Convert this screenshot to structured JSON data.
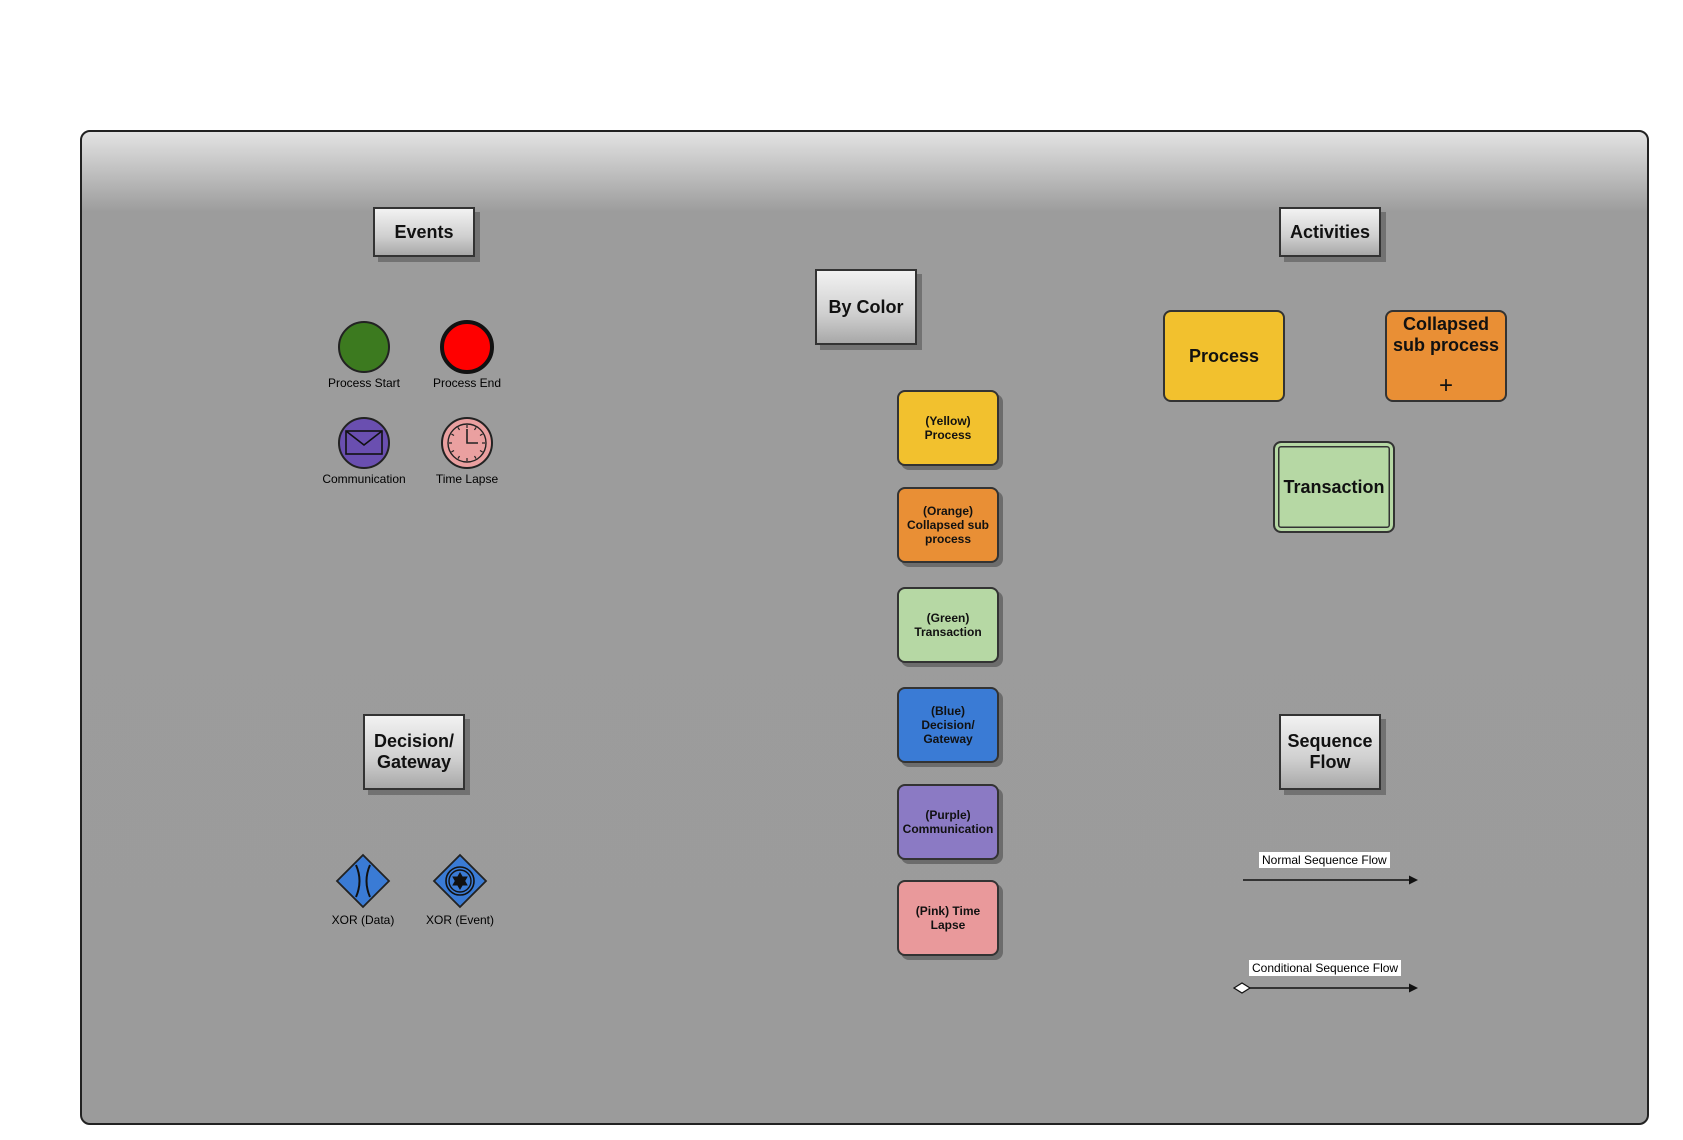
{
  "headers": {
    "events": "Events",
    "by_color": "By Color",
    "activities": "Activities",
    "gateway": "Decision/ Gateway",
    "sequence_flow": "Sequence Flow"
  },
  "events": {
    "process_start": "Process Start",
    "process_end": "Process End",
    "communication": "Communication",
    "time_lapse": "Time Lapse"
  },
  "gateways": {
    "xor_data": "XOR (Data)",
    "xor_event": "XOR (Event)"
  },
  "color_legend": [
    {
      "label": "(Yellow) Process",
      "color": "#f2c12e"
    },
    {
      "label": "(Orange) Collapsed sub process",
      "color": "#e98f35"
    },
    {
      "label": "(Green) Transaction",
      "color": "#b6d8a4"
    },
    {
      "label": "(Blue) Decision/ Gateway",
      "color": "#3a7bd5"
    },
    {
      "label": "(Purple) Communication",
      "color": "#8b7ac4"
    },
    {
      "label": "(Pink) Time Lapse",
      "color": "#e9999b"
    }
  ],
  "activities": {
    "process": "Process",
    "collapsed_sub_process": "Collapsed sub process",
    "collapsed_marker": "+",
    "transaction": "Transaction"
  },
  "flows": {
    "normal": "Normal Sequence Flow",
    "conditional": "Conditional Sequence Flow"
  },
  "colors": {
    "start_event": "#3c7a1f",
    "end_event": "#ff0000",
    "communication": "#6a4fb0",
    "time_lapse": "#eaa0a0",
    "gateway": "#3a7bd5",
    "process": "#f2c12e",
    "collapsed": "#e98f35",
    "transaction": "#b6d8a4"
  }
}
